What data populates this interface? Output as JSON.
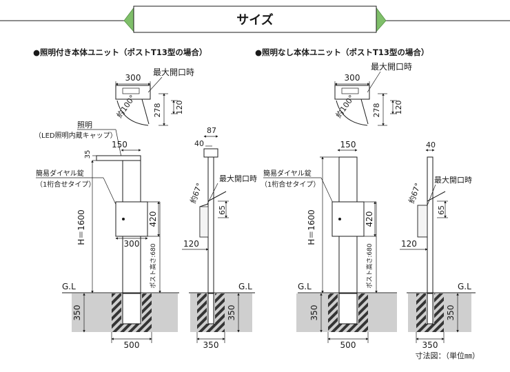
{
  "header": {
    "title": "サイズ"
  },
  "left": {
    "section_title": "●照明付き本体ユニット（ポストT13型の場合）",
    "top": {
      "width_300": "300",
      "max_open": "最大開口時",
      "d278": "278",
      "d120": "120",
      "approx100": "約100°"
    },
    "front": {
      "lighting": "照明",
      "lighting_sub": "（LED照明内蔵キャップ）",
      "d35": "35",
      "d150": "150",
      "lock": "簡易ダイヤル錠",
      "lock_sub": "（1桁合せタイプ）",
      "height": "H＝1600",
      "d420": "420",
      "d300": "300",
      "post_height": "ポスト高さ:680",
      "gl": "G.L",
      "d350": "350",
      "d500": "500"
    },
    "side": {
      "d87": "87",
      "d40": "40",
      "max_open": "最大開口時",
      "approx67": "約67°",
      "d65": "65",
      "d120": "120",
      "gl": "G.L",
      "d350v": "350",
      "d350": "350"
    }
  },
  "right": {
    "section_title": "●照明なし本体ユニット（ポストT13型の場合）",
    "top": {
      "width_300": "300",
      "max_open": "最大開口時",
      "d278": "278",
      "d120": "120",
      "approx100": "約100°"
    },
    "front": {
      "d150": "150",
      "lock": "簡易ダイヤル錠",
      "lock_sub": "（1桁合せタイプ）",
      "height": "H＝1600",
      "d420": "420",
      "post_height": "ポスト高さ:680",
      "gl": "G.L",
      "d350": "350",
      "d500": "500"
    },
    "side": {
      "d40": "40",
      "max_open": "最大開口時",
      "approx67": "約67°",
      "d65": "65",
      "d120": "120",
      "gl": "G.L",
      "d350v": "350",
      "d350": "350"
    }
  },
  "footer": {
    "unit_note": "寸法図：（単位㎜）"
  }
}
